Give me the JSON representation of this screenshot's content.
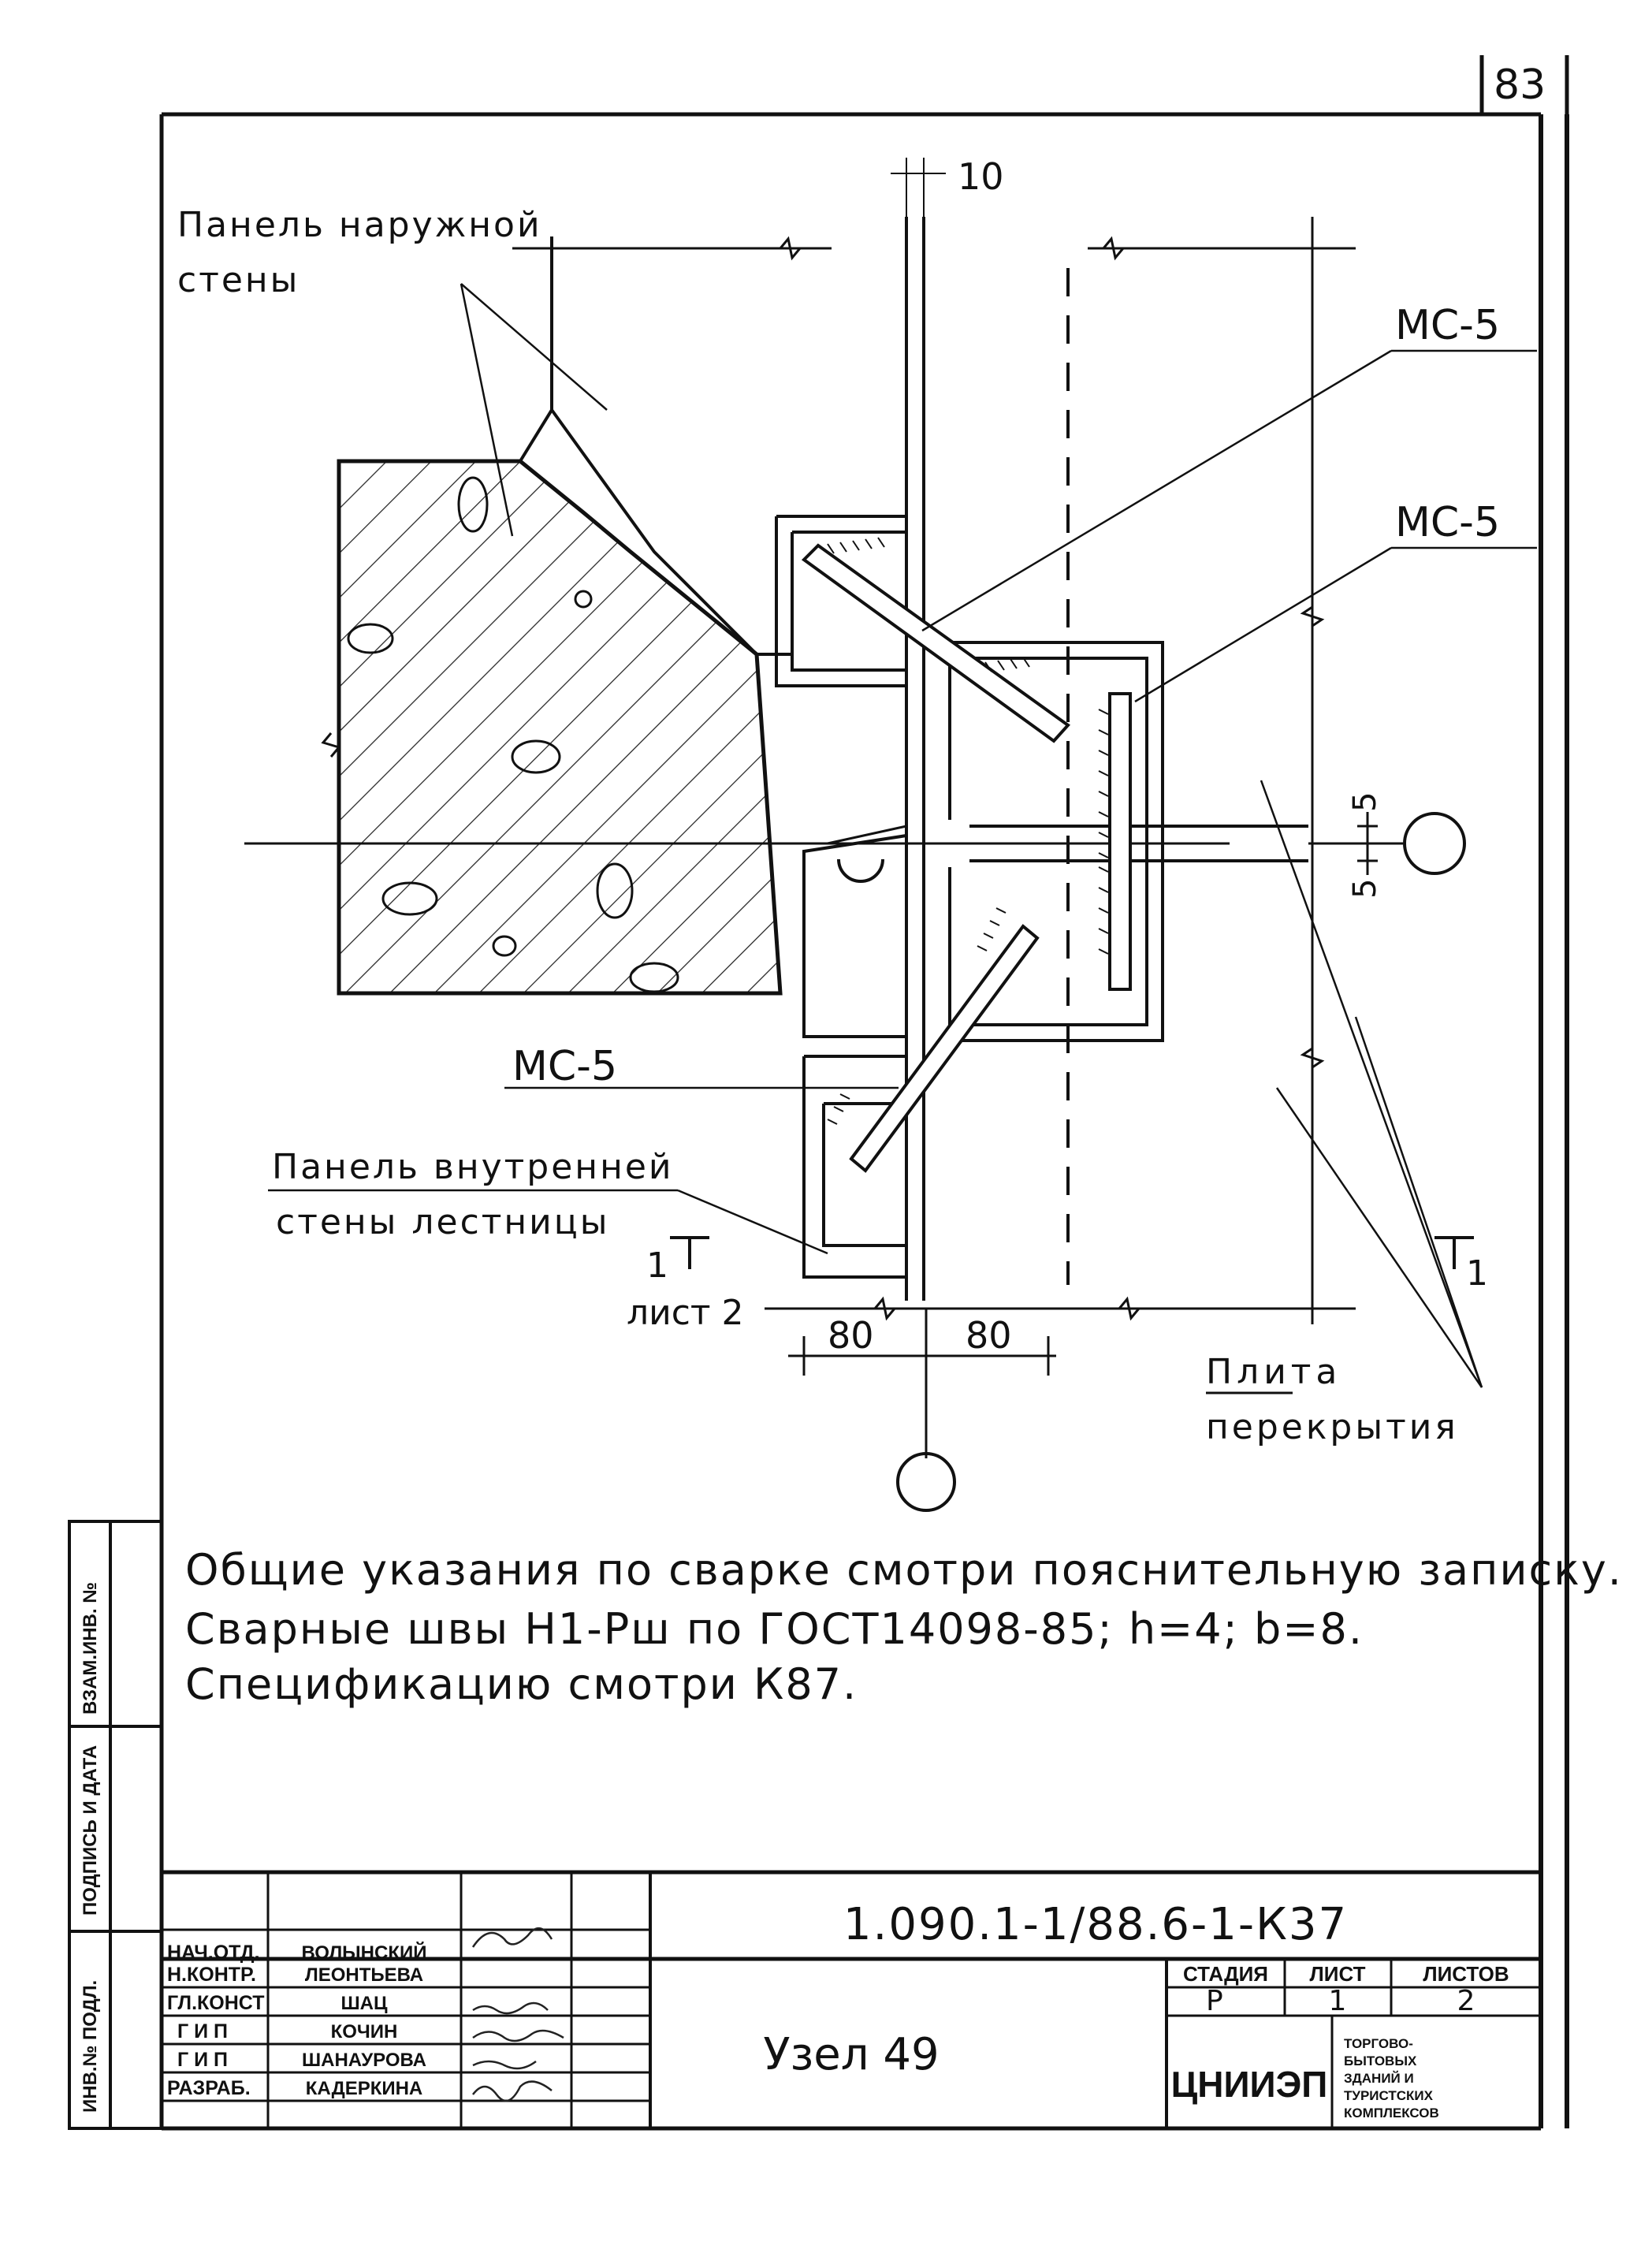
{
  "page_number": "83",
  "drawing": {
    "dim_gap": "10",
    "label_outer_panel_1": "Панель наружной",
    "label_outer_panel_2": "стены",
    "mc_top": "МС-5",
    "mc_mid": "МС-5",
    "mc_low": "МС-5",
    "label_inner_panel_1": "Панель внутренней",
    "label_inner_panel_2": "стены лестницы",
    "section_left_num": "1",
    "section_left_sheet": "лист 2",
    "section_right_num": "1",
    "dim_left": "80",
    "dim_right": "80",
    "dim_right_top": "5",
    "dim_right_bottom": "5",
    "label_slab_1": "Плита",
    "label_slab_2": "перекрытия"
  },
  "notes": {
    "line1": "Общие указания по сварке смотри пояснительную записку.",
    "line2": "Сварные швы Н1-Рш по ГОСТ14098-85; h=4; b=8.",
    "line3": "Спецификацию смотри К87."
  },
  "side_stamp": {
    "cell1": "ВЗАМ.ИНВ. №",
    "cell2": "ПОДПИСЬ И ДАТА",
    "cell3": "ИНВ.№ ПОДЛ."
  },
  "title_block": {
    "doc_code": "1.090.1-1/88.6-1-К37",
    "sheet_title": "Узел 49",
    "roles": [
      {
        "role": "НАЧ.ОТД.",
        "name": "ВОЛЫНСКИЙ"
      },
      {
        "role": "Н.КОНТР.",
        "name": "ЛЕОНТЬЕВА"
      },
      {
        "role": "ГЛ.КОНСТ",
        "name": "ШАЦ"
      },
      {
        "role": "Г И П",
        "name": "КОЧИН"
      },
      {
        "role": "Г И П",
        "name": "ШАНАУРОВА"
      },
      {
        "role": "РАЗРАБ.",
        "name": "КАДЕРКИНА"
      }
    ],
    "stage_header": "СТАДИЯ",
    "sheet_header": "ЛИСТ",
    "sheets_header": "ЛИСТОВ",
    "stage_value": "Р",
    "sheet_value": "1",
    "sheets_value": "2",
    "org": "ЦНИИЭП",
    "org_desc_1": "ТОРГОВО-",
    "org_desc_2": "БЫТОВЫХ",
    "org_desc_3": "ЗДАНИЙ И",
    "org_desc_4": "ТУРИСТСКИХ",
    "org_desc_5": "КОМПЛЕКСОВ"
  }
}
